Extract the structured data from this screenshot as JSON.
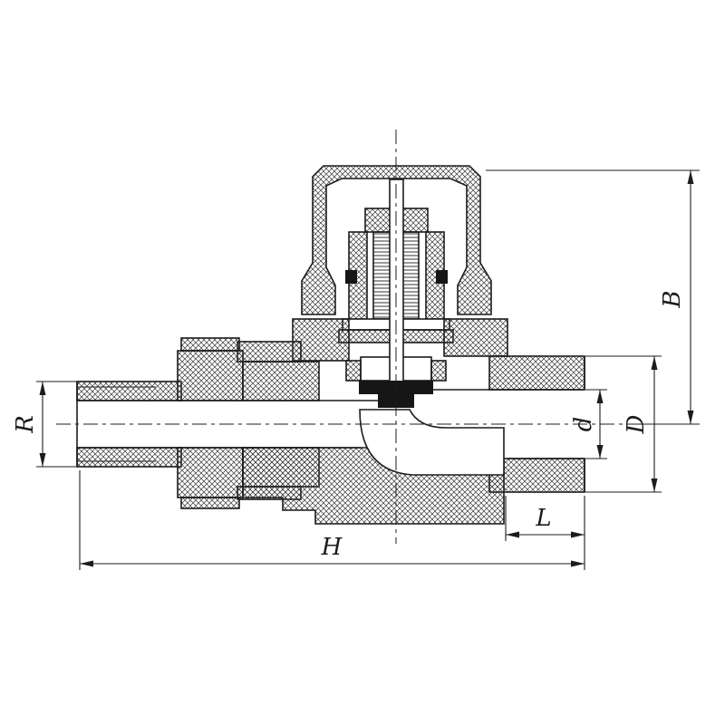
{
  "drawing": {
    "kind": "valve-sectional-technical-drawing",
    "dimension_labels": {
      "R": "R",
      "B": "B",
      "d": "d",
      "D": "D",
      "L": "L",
      "H": "H"
    },
    "colors": {
      "line": "#1c1c1c",
      "background": "#ffffff",
      "seal": "#161616"
    }
  }
}
